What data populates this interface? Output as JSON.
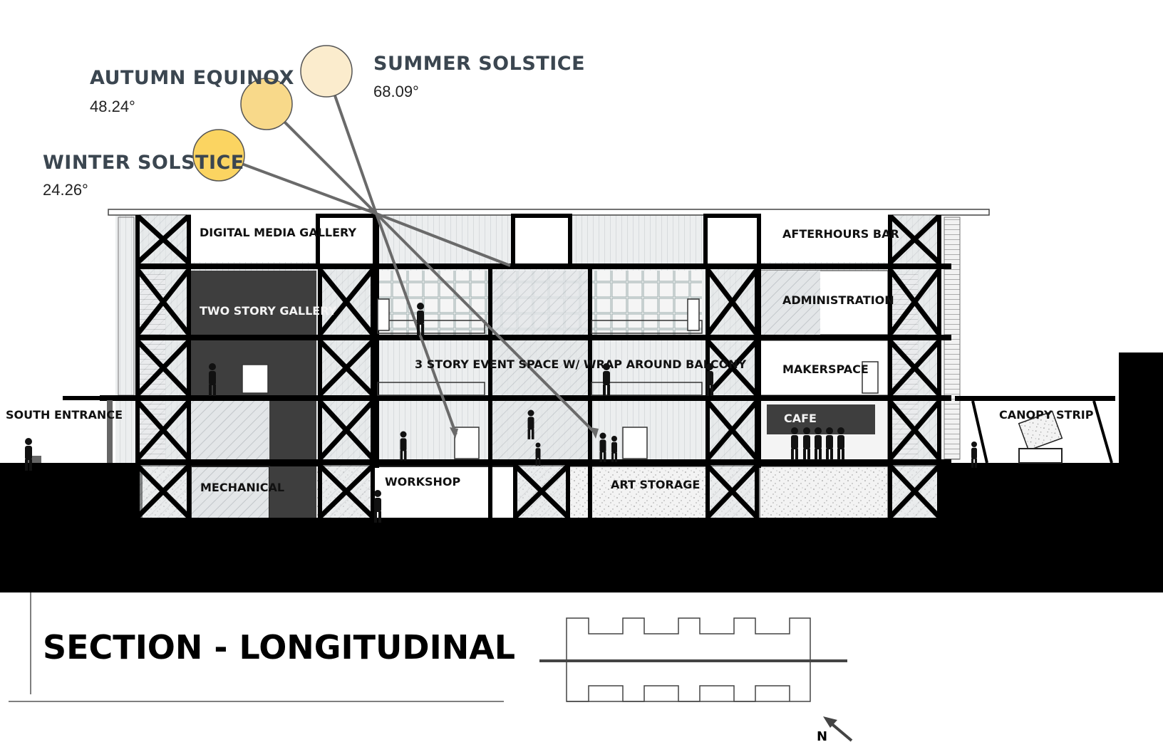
{
  "sun_positions": [
    {
      "name": "SUMMER SOLSTICE",
      "angle": "68.09°",
      "color": "#fbeccd"
    },
    {
      "name": "AUTUMN EQUINOX",
      "angle": "48.24°",
      "color": "#f8d98a"
    },
    {
      "name": "WINTER SOLSTICE",
      "angle": "24.26°",
      "color": "#fbd461"
    }
  ],
  "spaces": {
    "digital_media_gallery": "DIGITAL MEDIA GALLERY",
    "afterhours_bar": "AFTERHOURS BAR",
    "two_story_gallery": "TWO STORY GALLERY",
    "administration": "ADMINISTRATION",
    "event_space": "3 STORY EVENT SPACE W/ WRAP AROUND BALCONY",
    "makerspace": "MAKERSPACE",
    "south_entrance": "SOUTH ENTRANCE",
    "cafe": "CAFE",
    "canopy_strip": "CANOPY STRIP",
    "mechanical": "MECHANICAL",
    "workshop": "WORKSHOP",
    "art_storage": "ART STORAGE"
  },
  "drawing_title": "SECTION - LONGITUDINAL",
  "north_label": "N",
  "colors": {
    "sun_title": "#3b4650",
    "ray": "#6a6a6a",
    "ground": "#000000",
    "dark_room": "#3e3e3e",
    "glazing": "#d7dcde"
  }
}
